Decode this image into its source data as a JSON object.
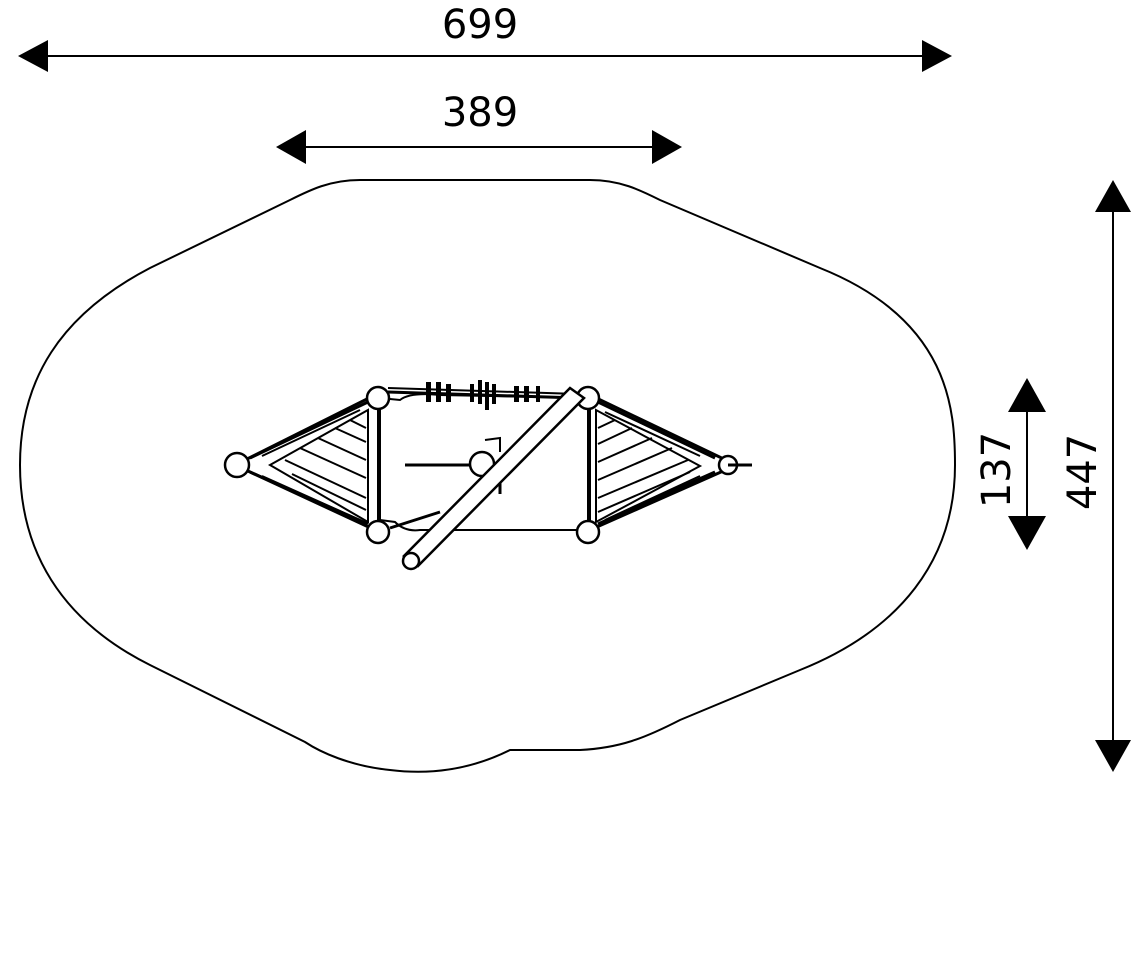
{
  "dimensions": {
    "overall_width": "699",
    "inner_width": "389",
    "overall_depth": "447",
    "inner_depth": "137"
  },
  "colors": {
    "line": "#000000",
    "background": "#ffffff"
  }
}
